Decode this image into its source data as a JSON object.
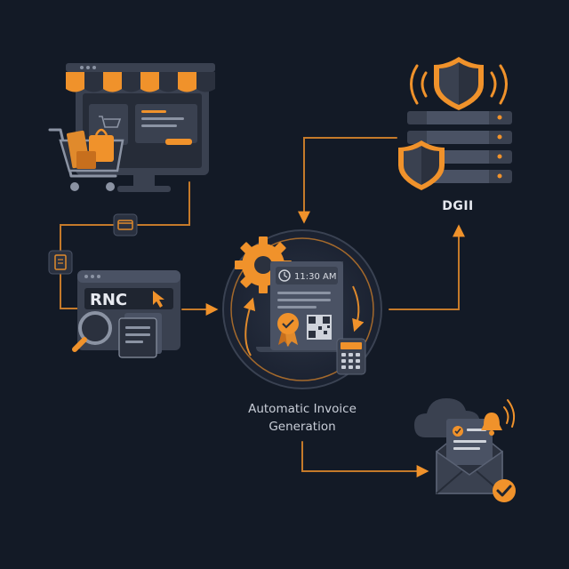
{
  "diagram": {
    "rnc_label": "RNC",
    "time_label": "11:30 AM",
    "dgii_label": "DGII",
    "generation_label_line1": "Automatic Invoice",
    "generation_label_line2": "Generation"
  },
  "colors": {
    "background": "#131a26",
    "accent": "#f0922b",
    "panel": "#3a4150",
    "panel_dark": "#262c38",
    "text": "#c9ced8"
  },
  "icons": [
    "online-store-icon",
    "shopping-cart-icon",
    "payment-card-icon",
    "document-icon",
    "rnc-window-icon",
    "magnifier-icon",
    "gear-icon",
    "invoice-receipt-icon",
    "clock-icon",
    "award-seal-icon",
    "qr-code-icon",
    "calculator-icon",
    "shield-icon",
    "server-rack-icon",
    "cloud-icon",
    "envelope-icon",
    "bell-icon",
    "check-badge-icon"
  ]
}
